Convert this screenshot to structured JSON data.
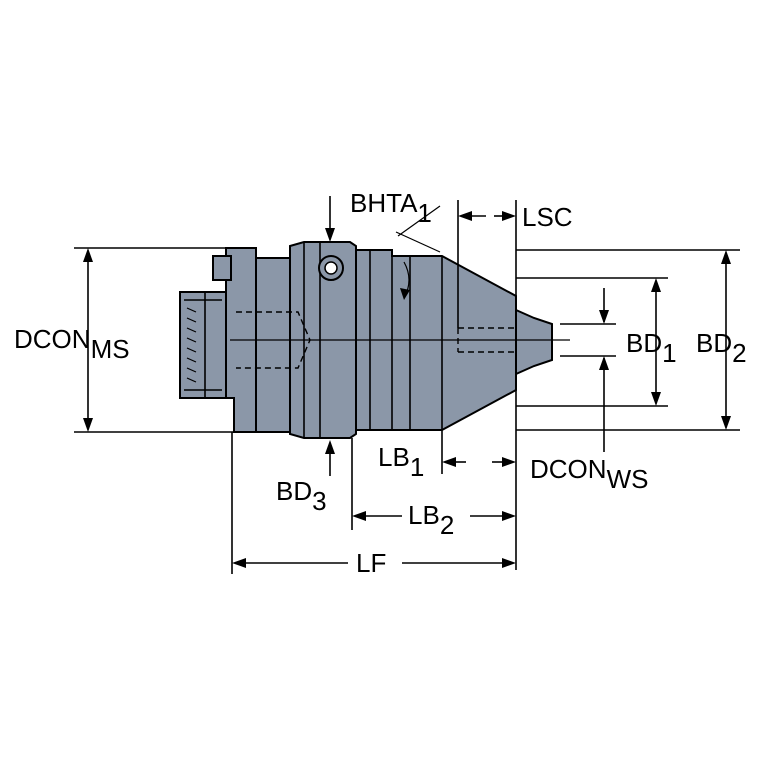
{
  "labels": {
    "bhta": {
      "main": "BHTA",
      "sub": "1"
    },
    "lsc": {
      "main": "LSC"
    },
    "dcon_ms": {
      "main": "DCON",
      "sub": "MS"
    },
    "bd1": {
      "main": "BD",
      "sub": "1"
    },
    "bd2": {
      "main": "BD",
      "sub": "2"
    },
    "lb1": {
      "main": "LB",
      "sub": "1"
    },
    "dcon_ws": {
      "main": "DCON",
      "sub": "WS"
    },
    "bd3": {
      "main": "BD",
      "sub": "3"
    },
    "lb2": {
      "main": "LB",
      "sub": "2"
    },
    "lf": {
      "main": "LF"
    }
  },
  "colors": {
    "body_fill": "#8b97a8",
    "line": "#000000",
    "background": "#ffffff"
  }
}
